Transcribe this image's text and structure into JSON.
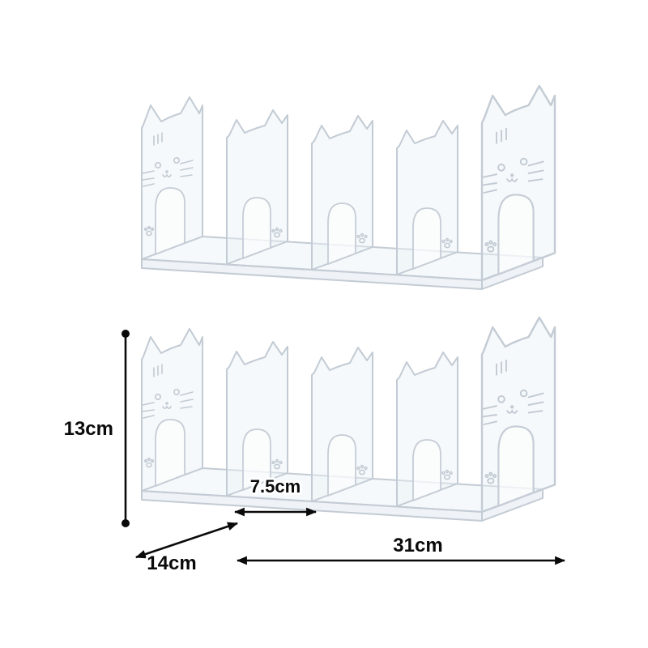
{
  "product": {
    "description": "Clear acrylic cat-shaped desktop book organizer shown in two views",
    "units_shown": 2,
    "divider_count": 5,
    "slot_count": 4
  },
  "dimensions": {
    "height": "13cm",
    "depth": "14cm",
    "length": "31cm",
    "slot_spacing": "7.5cm"
  },
  "colors": {
    "background": "#ffffff",
    "acrylic_outline": "#c3cbd4",
    "annotation": "#0a0a0a"
  }
}
